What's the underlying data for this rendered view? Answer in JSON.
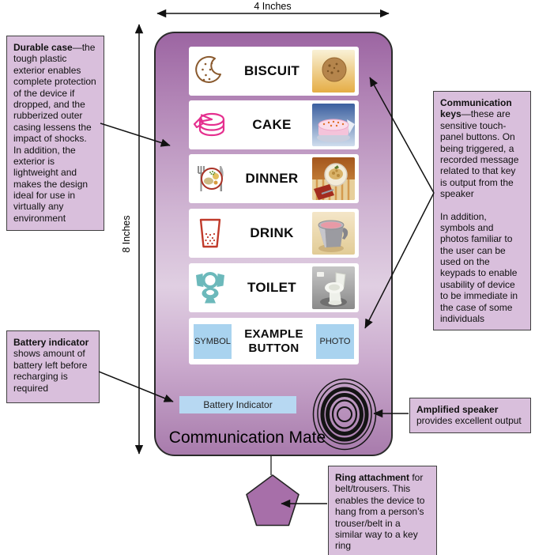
{
  "dimensions": {
    "width_label": "4 Inches",
    "height_label": "8 Inches"
  },
  "device": {
    "name_label": "Communication Mate",
    "battery_bar_label": "Battery Indicator",
    "keys": [
      {
        "label": "BISCUIT",
        "symbol": "biscuit-symbol",
        "photo": "biscuit-photo"
      },
      {
        "label": "CAKE",
        "symbol": "cake-symbol",
        "photo": "cake-photo"
      },
      {
        "label": "DINNER",
        "symbol": "dinner-symbol",
        "photo": "dinner-photo"
      },
      {
        "label": "DRINK",
        "symbol": "drink-symbol",
        "photo": "drink-photo"
      },
      {
        "label": "TOILET",
        "symbol": "toilet-symbol",
        "photo": "toilet-photo"
      },
      {
        "label": "EXAMPLE BUTTON",
        "symbol_label": "SYMBOL",
        "photo_label": "PHOTO"
      }
    ]
  },
  "annotations": {
    "durable_case": {
      "bold": "Durable case",
      "rest": "—the tough plastic exterior enables complete protection of the device if dropped, and the rubberized outer casing lessens the impact of shocks. In addition, the exterior is lightweight and makes the design ideal for use in virtually any environment"
    },
    "communication_keys": {
      "bold": "Communication keys",
      "rest": "—these are sensitive touch-panel buttons. On being triggered, a recorded message related to that key is output from the speaker",
      "para2": "In addition, symbols and photos familiar to the user can be used on the keypads to enable usability of device to be immediate in the case of some individuals"
    },
    "battery_indicator": {
      "bold": "Battery indicator",
      "rest": " shows amount of battery left before recharging is required"
    },
    "amplified_speaker": {
      "bold": "Amplified speaker",
      "rest": " provides excellent output"
    },
    "ring_attachment": {
      "bold": "Ring attachment",
      "rest": " for belt/trousers. This enables the device to hang from a person’s trouser/belt in a similar way to a key ring"
    }
  },
  "colors": {
    "device_purple": "#a76fa9",
    "note_fill": "#d9bfdc",
    "battery_blue": "#b7d8f2",
    "placeholder_blue": "#a9d3ef",
    "cake_symbol_pink": "#e5308f",
    "toilet_symbol_teal": "#6cb9bb",
    "drink_symbol_red": "#c03a2a",
    "biscuit_symbol_brown": "#8a5a2e"
  }
}
